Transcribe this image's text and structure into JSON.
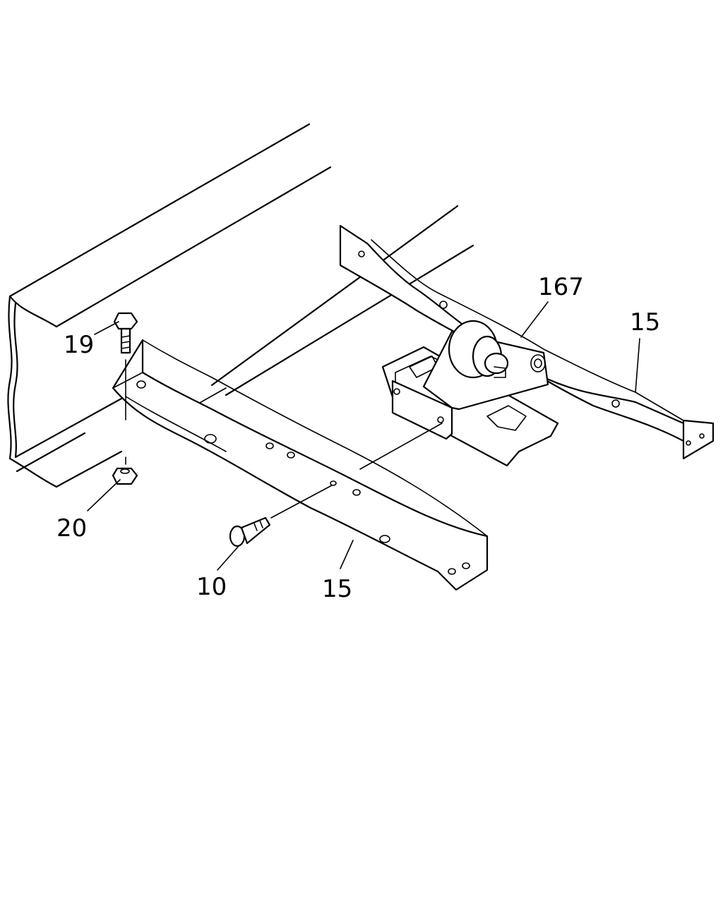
{
  "callouts": {
    "bolt_top": "19",
    "nut": "20",
    "bolt_side": "10",
    "crossmember_front": "15",
    "crossmember_rear": "15",
    "mount_bracket": "167"
  }
}
